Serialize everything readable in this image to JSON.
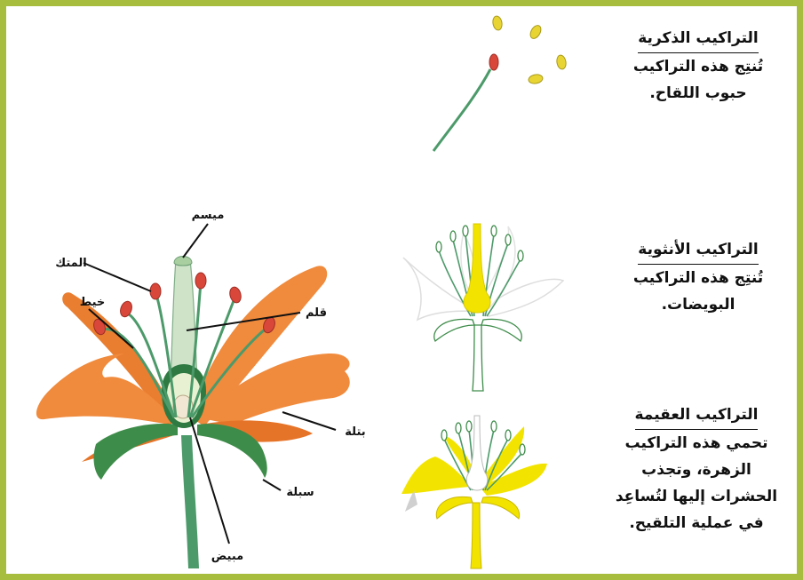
{
  "diagram": {
    "labels": {
      "stigma": "ميسم",
      "anther": "المتك",
      "filament": "خيط",
      "style": "قلم",
      "petal": "بتلة",
      "sepal": "سبلة",
      "ovary": "مبيض"
    },
    "colors": {
      "frame": "#a6bd3e",
      "petal": "#f08a3c",
      "petal_dark": "#d8691e",
      "anther": "#d9473a",
      "stem": "#4c9a6a",
      "sepal": "#3e8c4a",
      "highlight_yellow": "#f2e400"
    }
  },
  "sections": [
    {
      "title": "التراكيب الذكرية",
      "text": "تُنتِج هذه التراكيب\nحبوب اللقاح."
    },
    {
      "title": "التراكيب الأنثوية",
      "text": "تُنتِج هذه التراكيب\nالبويضات."
    },
    {
      "title": "التراكيب العقيمة",
      "text": "تحمي هذه التراكيب\nالزهرة، وتجذب\nالحشرات إليها لتُساعِد\nفي عملية التلقيح."
    }
  ]
}
